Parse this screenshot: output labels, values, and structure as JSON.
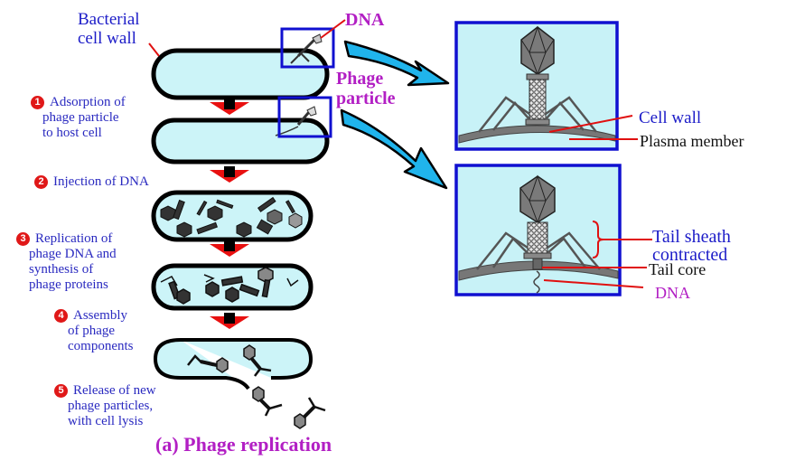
{
  "labels": {
    "bacterial_cell_wall": [
      "Bacterial",
      "cell wall"
    ],
    "dna_top": "DNA",
    "phage_particle": [
      "Phage",
      "particle"
    ],
    "cell_wall": "Cell wall",
    "plasma_member": "Plasma member",
    "tail_sheath": [
      "Tail sheath",
      "contracted"
    ],
    "tail_core": "Tail core",
    "dna_bottom": "DNA",
    "title": "(a) Phage replication"
  },
  "steps": [
    {
      "number": "1",
      "lines": [
        "Adsorption of",
        "phage particle",
        "to host cell"
      ]
    },
    {
      "number": "2",
      "lines": [
        "Injection of DNA"
      ]
    },
    {
      "number": "3",
      "lines": [
        "Replication of",
        "phage DNA and",
        "synthesis of",
        "phage proteins"
      ]
    },
    {
      "number": "4",
      "lines": [
        "Assembly",
        "of phage",
        "components"
      ]
    },
    {
      "number": "5",
      "lines": [
        "Release of new",
        "phage particles,",
        "with cell lysis"
      ]
    }
  ],
  "colors": {
    "cell_fill": "#ccf4f8",
    "panel_fill": "#c8f2f7",
    "panel_border": "#1010d0",
    "down_arrow": "#e81010",
    "curved_arrow": "#20b4ec",
    "leader_line": "#e01010"
  }
}
